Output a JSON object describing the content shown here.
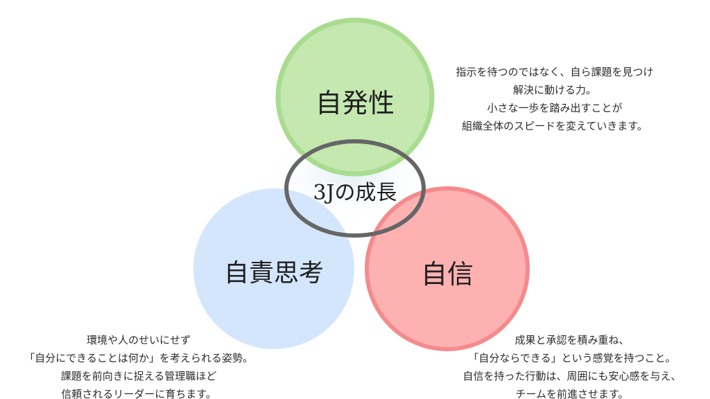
{
  "diagram": {
    "center_label": "3Jの成長",
    "nodes": {
      "self_initiative": {
        "label": "自発性",
        "color": "#c4e8b0",
        "stroke": "#a9dc8f",
        "description": [
          "指示を待つのではなく、自ら課題を見つけ",
          "解決に動ける力。",
          "小さな一歩を踏み出すことが",
          "組織全体のスピードを変えていきます。"
        ]
      },
      "self_responsibility": {
        "label": "自責思考",
        "color": "#d4e6fb",
        "description": [
          "環境や人のせいにせず",
          "「自分にできることは何か」を考えられる姿勢。",
          "課題を前向きに捉える管理職ほど",
          "信頼されるリーダーに育ちます。"
        ]
      },
      "self_confidence": {
        "label": "自信",
        "color": "#fdb1b1",
        "stroke": "#f58a8c",
        "description": [
          "成果と承認を積み重ね、",
          "「自分ならできる」という感覚を持つこと。",
          "自信を持った行動は、周囲にも安心感を与え、",
          "チームを前進させます。"
        ]
      }
    },
    "center_ring_color": "#666666"
  }
}
